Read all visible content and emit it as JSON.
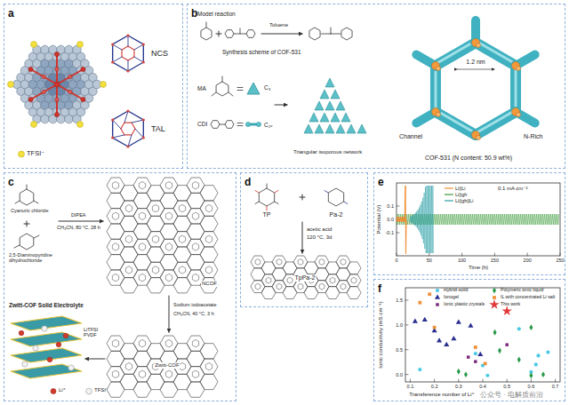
{
  "diagram": {
    "nodes": [
      {
        "text": [
          "a"
        ]
      },
      {
        "text": [
          "b"
        ]
      },
      {
        "text": [
          "c"
        ]
      },
      {
        "text": [
          "d"
        ]
      },
      {
        "text": [
          "e"
        ]
      },
      {
        "text": [
          "f"
        ]
      }
    ],
    "labels": [
      "TFSI⁻",
      "NCS",
      "TAL",
      "Model reaction",
      "Toluene",
      "Synthesis scheme of COF-531",
      "MA",
      "CDI",
      "C₃",
      "C₂ᵥ",
      "Triangular isoporous network",
      "1.2 nm",
      "Channel",
      "N-Rich",
      "COF-531 (N content: 50.9 wt%)",
      "Cyanuric chloride",
      "2,5-Diaminopyridine dihydrochloride",
      "DIPEA",
      "CH₃CN, 80 °C, 28 h",
      "NCOF",
      "Sodium iodoacetate",
      "CH₃CN, 40 °C, 3 h",
      "Zwitt-COF",
      "Zwitt-COF Solid Electrolyte",
      "LiTFSI PVDF",
      "Li⁺",
      "TFSI⁻",
      "TP",
      "Pa-2",
      "acetic acid",
      "120 °C, 3d",
      "TpPa-2",
      "0.1 mA cm⁻²",
      "Time (h)",
      "Potential (V)",
      "0",
      "50",
      "100",
      "150",
      "200",
      "250",
      "0.1",
      "0.0",
      "-0.1",
      "Ionic conductivity (mS·cm⁻¹)",
      "Transference number of Li⁺",
      "0.1",
      "0.2",
      "0.3",
      "0.4",
      "0.5",
      "0.6",
      "0.7",
      "0.0",
      "0.5",
      "1.0",
      "1.5",
      "公众号 · 电解质前沿"
    ],
    "legend": [
      {
        "text": "Li||Li"
      },
      {
        "text": "Li||gh"
      },
      {
        "text": "Li||gh||Li"
      },
      {
        "text": "Hybrid-solid"
      },
      {
        "text": "Polymeric ionic liquid"
      },
      {
        "text": "Ionogel"
      },
      {
        "text": "IL with concentrated Li salt"
      },
      {
        "text": "Ionic plastic crystals"
      },
      {
        "text": "This work"
      }
    ]
  }
}
